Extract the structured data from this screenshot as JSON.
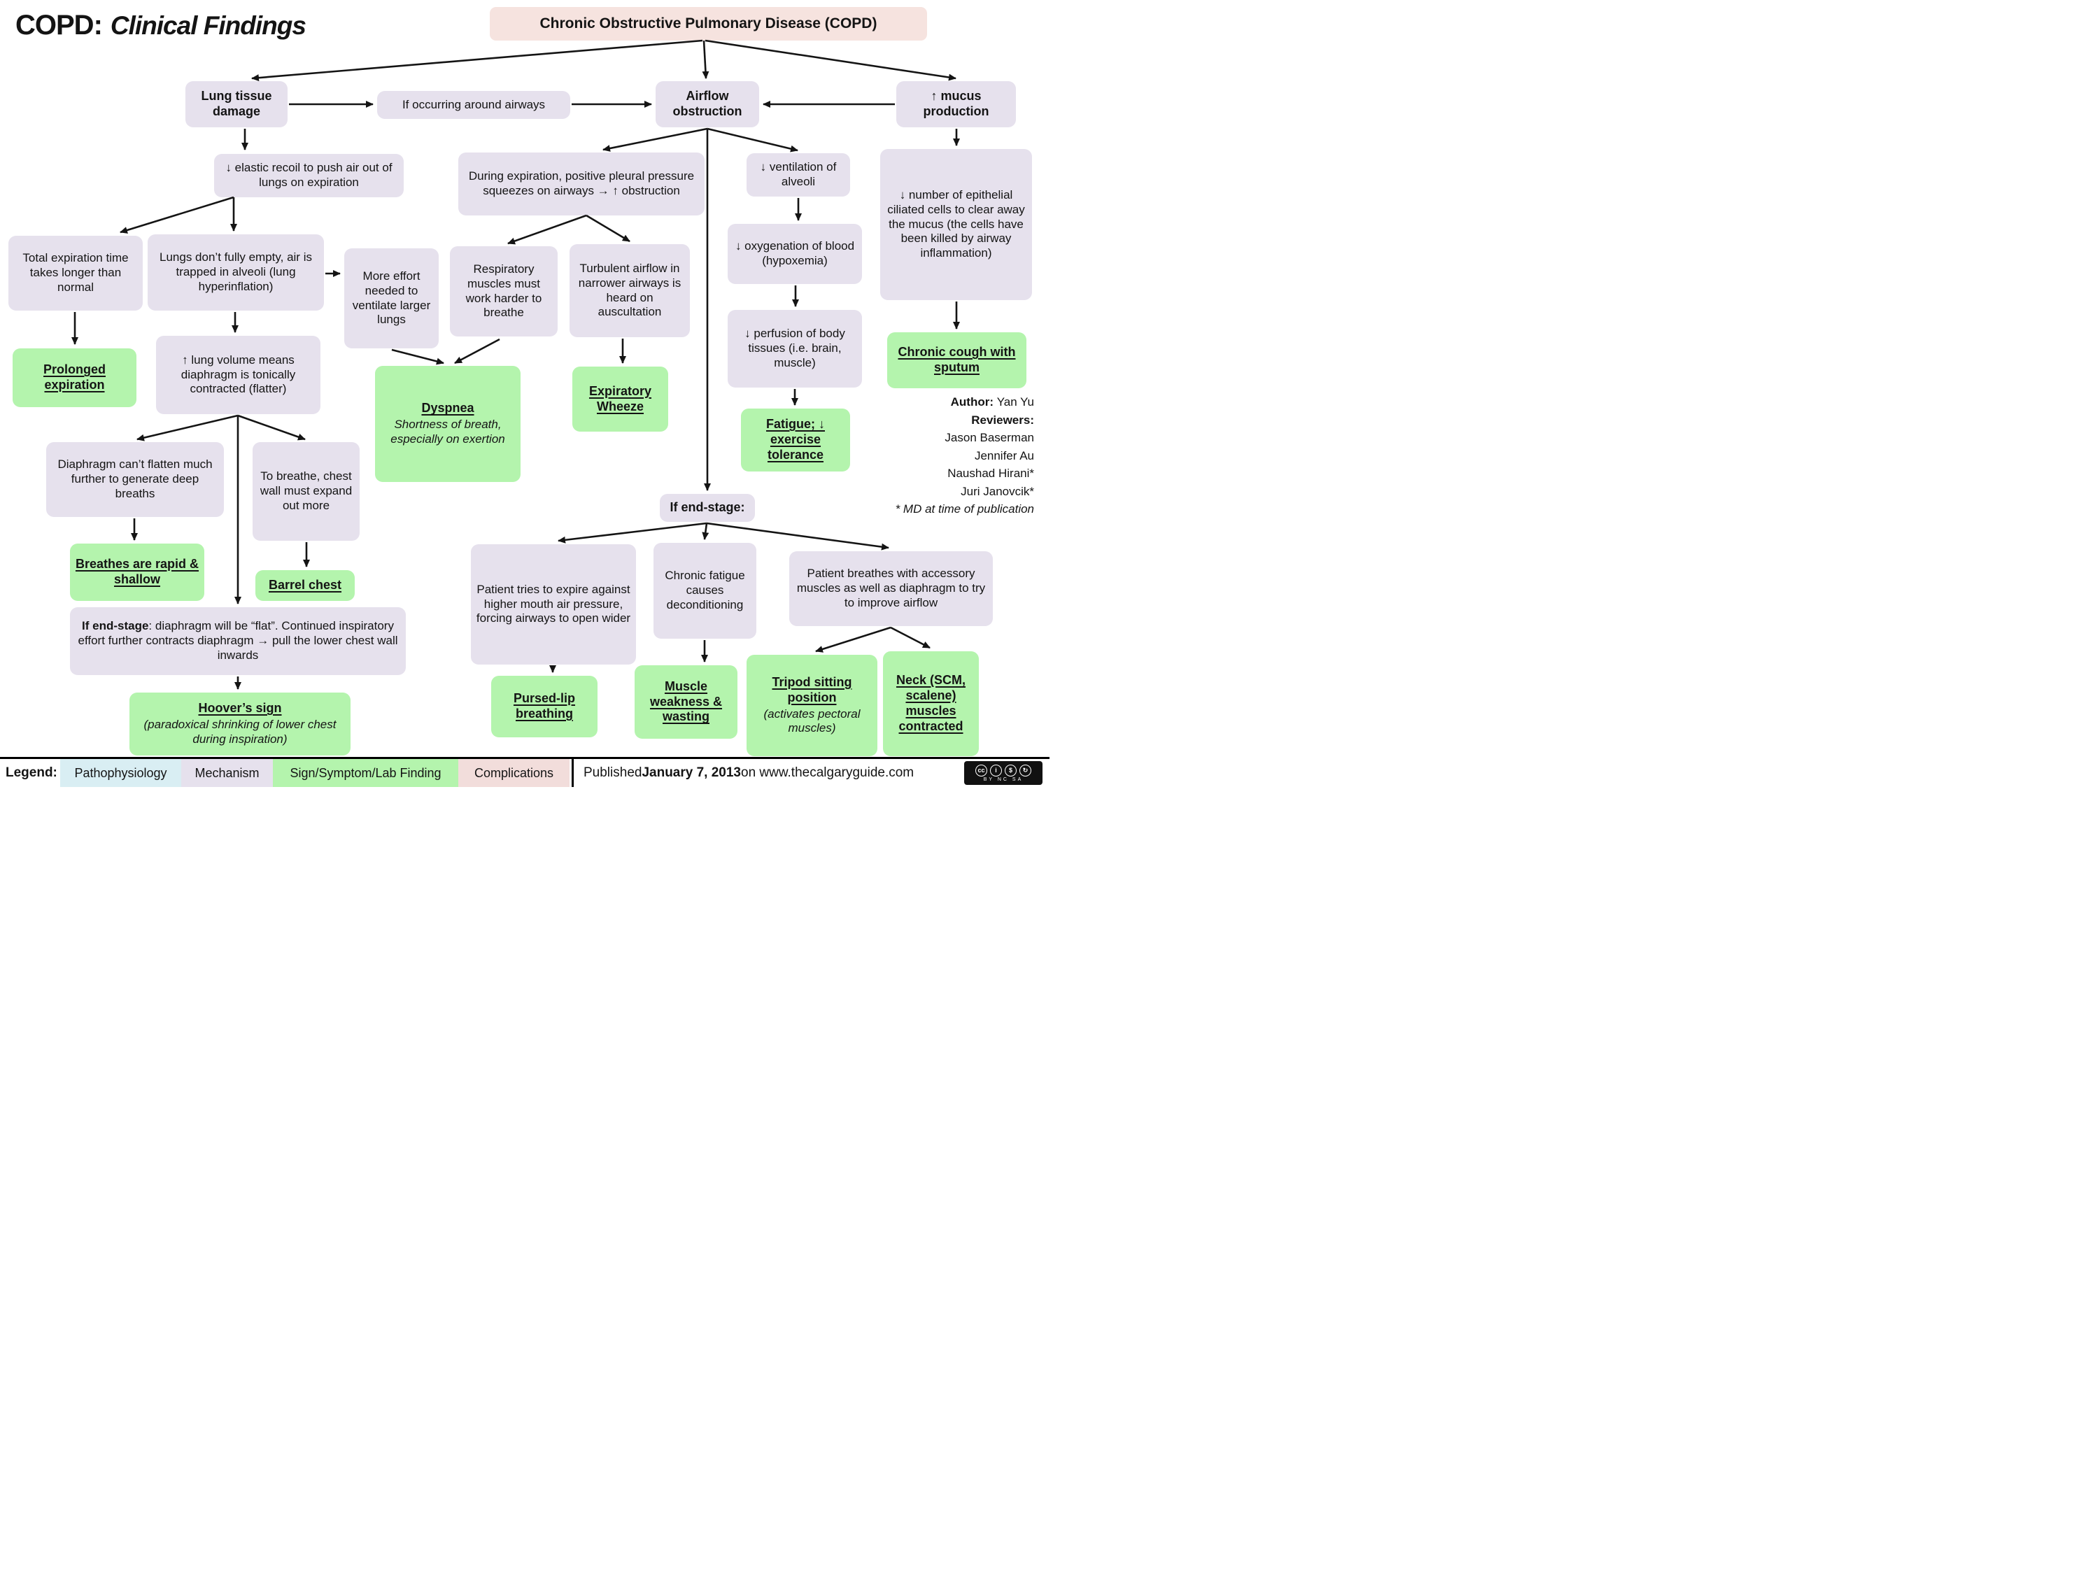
{
  "page": {
    "title_main": "COPD:",
    "title_sub": "Clinical Findings",
    "header_box": "Chronic Obstructive Pulmonary Disease (COPD)"
  },
  "colors": {
    "mechanism": "#E6E1ED",
    "sign_symptom": "#B4F4AD",
    "pathophysiology": "#D9EEF3",
    "complications": "#F2DDDB",
    "header_pink": "#F6E3DF",
    "arrow": "#141414"
  },
  "nodes": {
    "lung_tissue_damage": {
      "text": "Lung tissue damage"
    },
    "if_occurring": {
      "text": "If occurring around airways"
    },
    "airflow_obstruction": {
      "text": "Airflow obstruction"
    },
    "mucus_production": {
      "text": "↑ mucus production"
    },
    "elastic_recoil": {
      "text": "↓ elastic recoil to push air out of lungs on expiration"
    },
    "during_expiration": {
      "text": "During expiration, positive pleural pressure squeezes on airways → ↑ obstruction"
    },
    "ventilation_alveoli": {
      "text": "↓ ventilation of alveoli"
    },
    "epithelial_cells": {
      "text": "↓ number of epithelial ciliated cells to clear away the mucus (the cells have been killed by airway inflammation)"
    },
    "total_expiration": {
      "text": "Total expiration time takes longer than normal"
    },
    "lungs_dont_empty": {
      "text": "Lungs don’t fully empty, air is trapped in alveoli (lung hyperinflation)"
    },
    "more_effort": {
      "text": "More effort needed to ventilate larger lungs"
    },
    "respiratory_muscles": {
      "text": "Respiratory muscles must work harder to breathe"
    },
    "turbulent_airflow": {
      "text": "Turbulent airflow in narrower airways is heard on auscultation"
    },
    "oxygenation": {
      "text": "↓ oxygenation of blood (hypoxemia)"
    },
    "prolonged_expiration": {
      "text": "Prolonged expiration"
    },
    "lung_volume": {
      "text": "↑ lung volume means diaphragm is tonically contracted (flatter)"
    },
    "dyspnea": {
      "title": "Dyspnea",
      "subtitle": "Shortness of breath, especially on exertion"
    },
    "expiratory_wheeze": {
      "text": "Expiratory Wheeze"
    },
    "perfusion": {
      "text": "↓ perfusion of body tissues (i.e. brain, muscle)"
    },
    "fatigue": {
      "text": "Fatigue; ↓ exercise tolerance"
    },
    "chronic_cough": {
      "text": "Chronic cough with sputum"
    },
    "diaphragm_cant_flatten": {
      "text": "Diaphragm can’t flatten much further to generate deep breaths"
    },
    "to_breathe": {
      "text": "To breathe, chest wall must expand out more"
    },
    "breathes_rapid": {
      "text": "Breathes are rapid & shallow"
    },
    "barrel_chest": {
      "text": "Barrel chest"
    },
    "end_stage_big": {
      "bold": "If end-stage",
      "rest": ": diaphragm will be “flat”. Continued inspiratory effort further contracts diaphragm → pull the lower chest wall inwards"
    },
    "hoovers_sign": {
      "title": "Hoover’s sign",
      "subtitle": "(paradoxical shrinking of lower chest during inspiration)"
    },
    "if_end_stage": {
      "text": "If end-stage:"
    },
    "patient_tries": {
      "text": "Patient tries to expire against higher mouth air pressure, forcing airways to open wider"
    },
    "chronic_fatigue": {
      "text": "Chronic fatigue causes deconditioning"
    },
    "patient_breathes": {
      "text": "Patient breathes with accessory muscles as well as diaphragm to try to improve airflow"
    },
    "pursed_lip": {
      "text": "Pursed-lip breathing"
    },
    "muscle_weakness": {
      "text": "Muscle weakness & wasting"
    },
    "tripod": {
      "title": "Tripod sitting position",
      "subtitle": "(activates pectoral muscles)"
    },
    "neck_muscles": {
      "text": "Neck (SCM, scalene) muscles contracted"
    }
  },
  "author": {
    "label": "Author: ",
    "name": "Yan Yu",
    "reviewers_label": "Reviewers:",
    "reviewers": [
      "Jason Baserman",
      "Jennifer Au",
      "Naushad Hirani*",
      "Juri Janovcik*"
    ],
    "footnote": "* MD at time of publication"
  },
  "legend": {
    "label": "Legend:",
    "items": [
      {
        "label": "Pathophysiology",
        "color": "#D9EEF3"
      },
      {
        "label": "Mechanism",
        "color": "#E6E1ED"
      },
      {
        "label": "Sign/Symptom/Lab Finding",
        "color": "#B4F4AD"
      },
      {
        "label": "Complications",
        "color": "#F2DDDB"
      }
    ]
  },
  "footer": {
    "published_prefix": "Published ",
    "published_date": "January 7, 2013",
    "published_suffix": " on www.thecalgaryguide.com",
    "cc_glyphs": [
      "cc",
      "i",
      "$",
      "↻"
    ],
    "cc_sub": "BY NC SA"
  }
}
